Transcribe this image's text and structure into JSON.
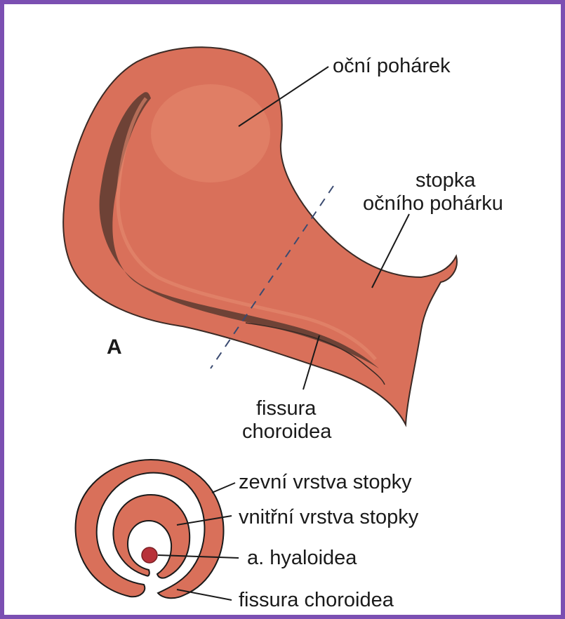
{
  "colors": {
    "frame": "#7b4fb2",
    "tissue": "#d9705a",
    "tissue_light": "#e58a70",
    "outline": "#3a2a25",
    "dark_rim": "#5a3a30",
    "vessel": "#b8323a"
  },
  "panel_a": {
    "letter": "A",
    "labels": {
      "optic_cup": "oční pohárek",
      "stalk_line1": "stopka",
      "stalk_line2": "očního pohárku",
      "fissure_line1": "fissura",
      "fissure_line2": "choroidea"
    }
  },
  "cross_section": {
    "labels": {
      "outer_layer": "zevní vrstva stopky",
      "inner_layer": "vnitřní vrstva stopky",
      "artery": "a. hyaloidea",
      "fissure": "fissura choroidea"
    }
  }
}
